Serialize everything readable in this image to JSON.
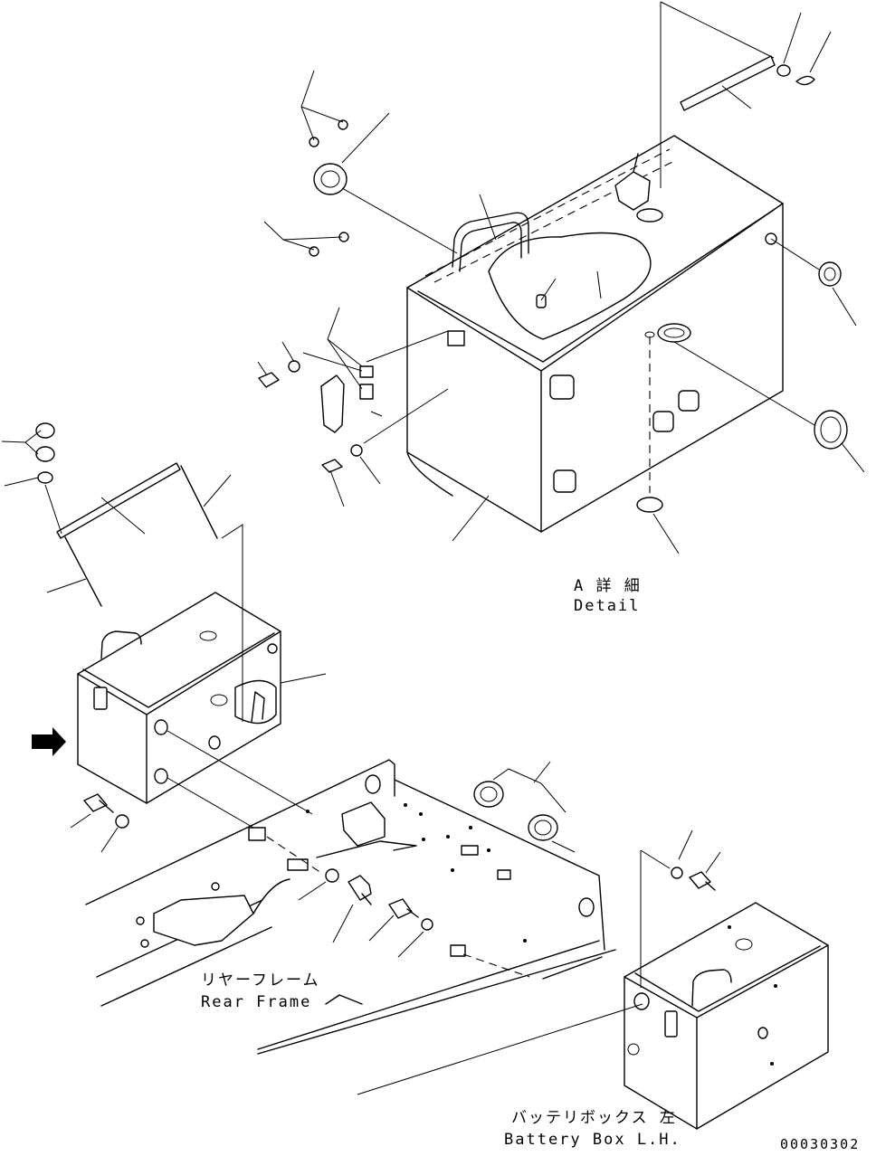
{
  "labels": {
    "detail_jp": "A 詳 細",
    "detail_en": "Detail",
    "rear_frame_jp": "リヤーフレーム",
    "rear_frame_en": "Rear Frame",
    "battery_box_jp": "バッテリボックス 左",
    "battery_box_en": "Battery Box L.H.",
    "drawing_number": "00030302"
  },
  "colors": {
    "ink": "#000000",
    "paper": "#ffffff"
  }
}
